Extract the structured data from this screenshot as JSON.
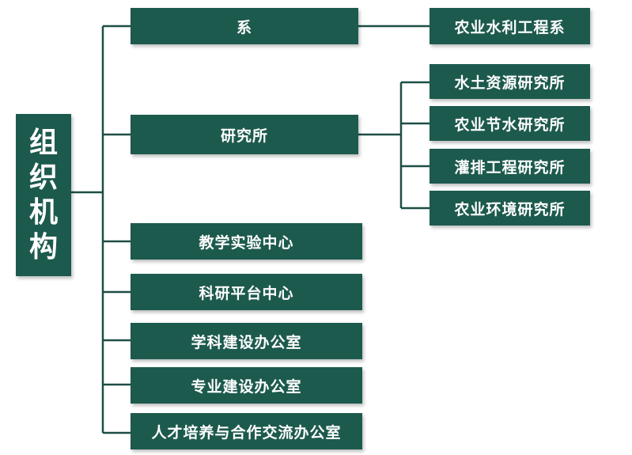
{
  "root": {
    "label": "组织机构"
  },
  "level1": [
    {
      "label": "系"
    },
    {
      "label": "研究所"
    },
    {
      "label": "教学实验中心"
    },
    {
      "label": "科研平台中心"
    },
    {
      "label": "学科建设办公室"
    },
    {
      "label": "专业建设办公室"
    },
    {
      "label": "人才培养与合作交流办公室"
    }
  ],
  "departments": [
    {
      "label": "农业水利工程系"
    }
  ],
  "institutes": [
    {
      "label": "水土资源研究所"
    },
    {
      "label": "农业节水研究所"
    },
    {
      "label": "灌排工程研究所"
    },
    {
      "label": "农业环境研究所"
    }
  ],
  "colors": {
    "box": "#1d5a4e",
    "line": "#1d4e45",
    "text": "#ffffff"
  }
}
